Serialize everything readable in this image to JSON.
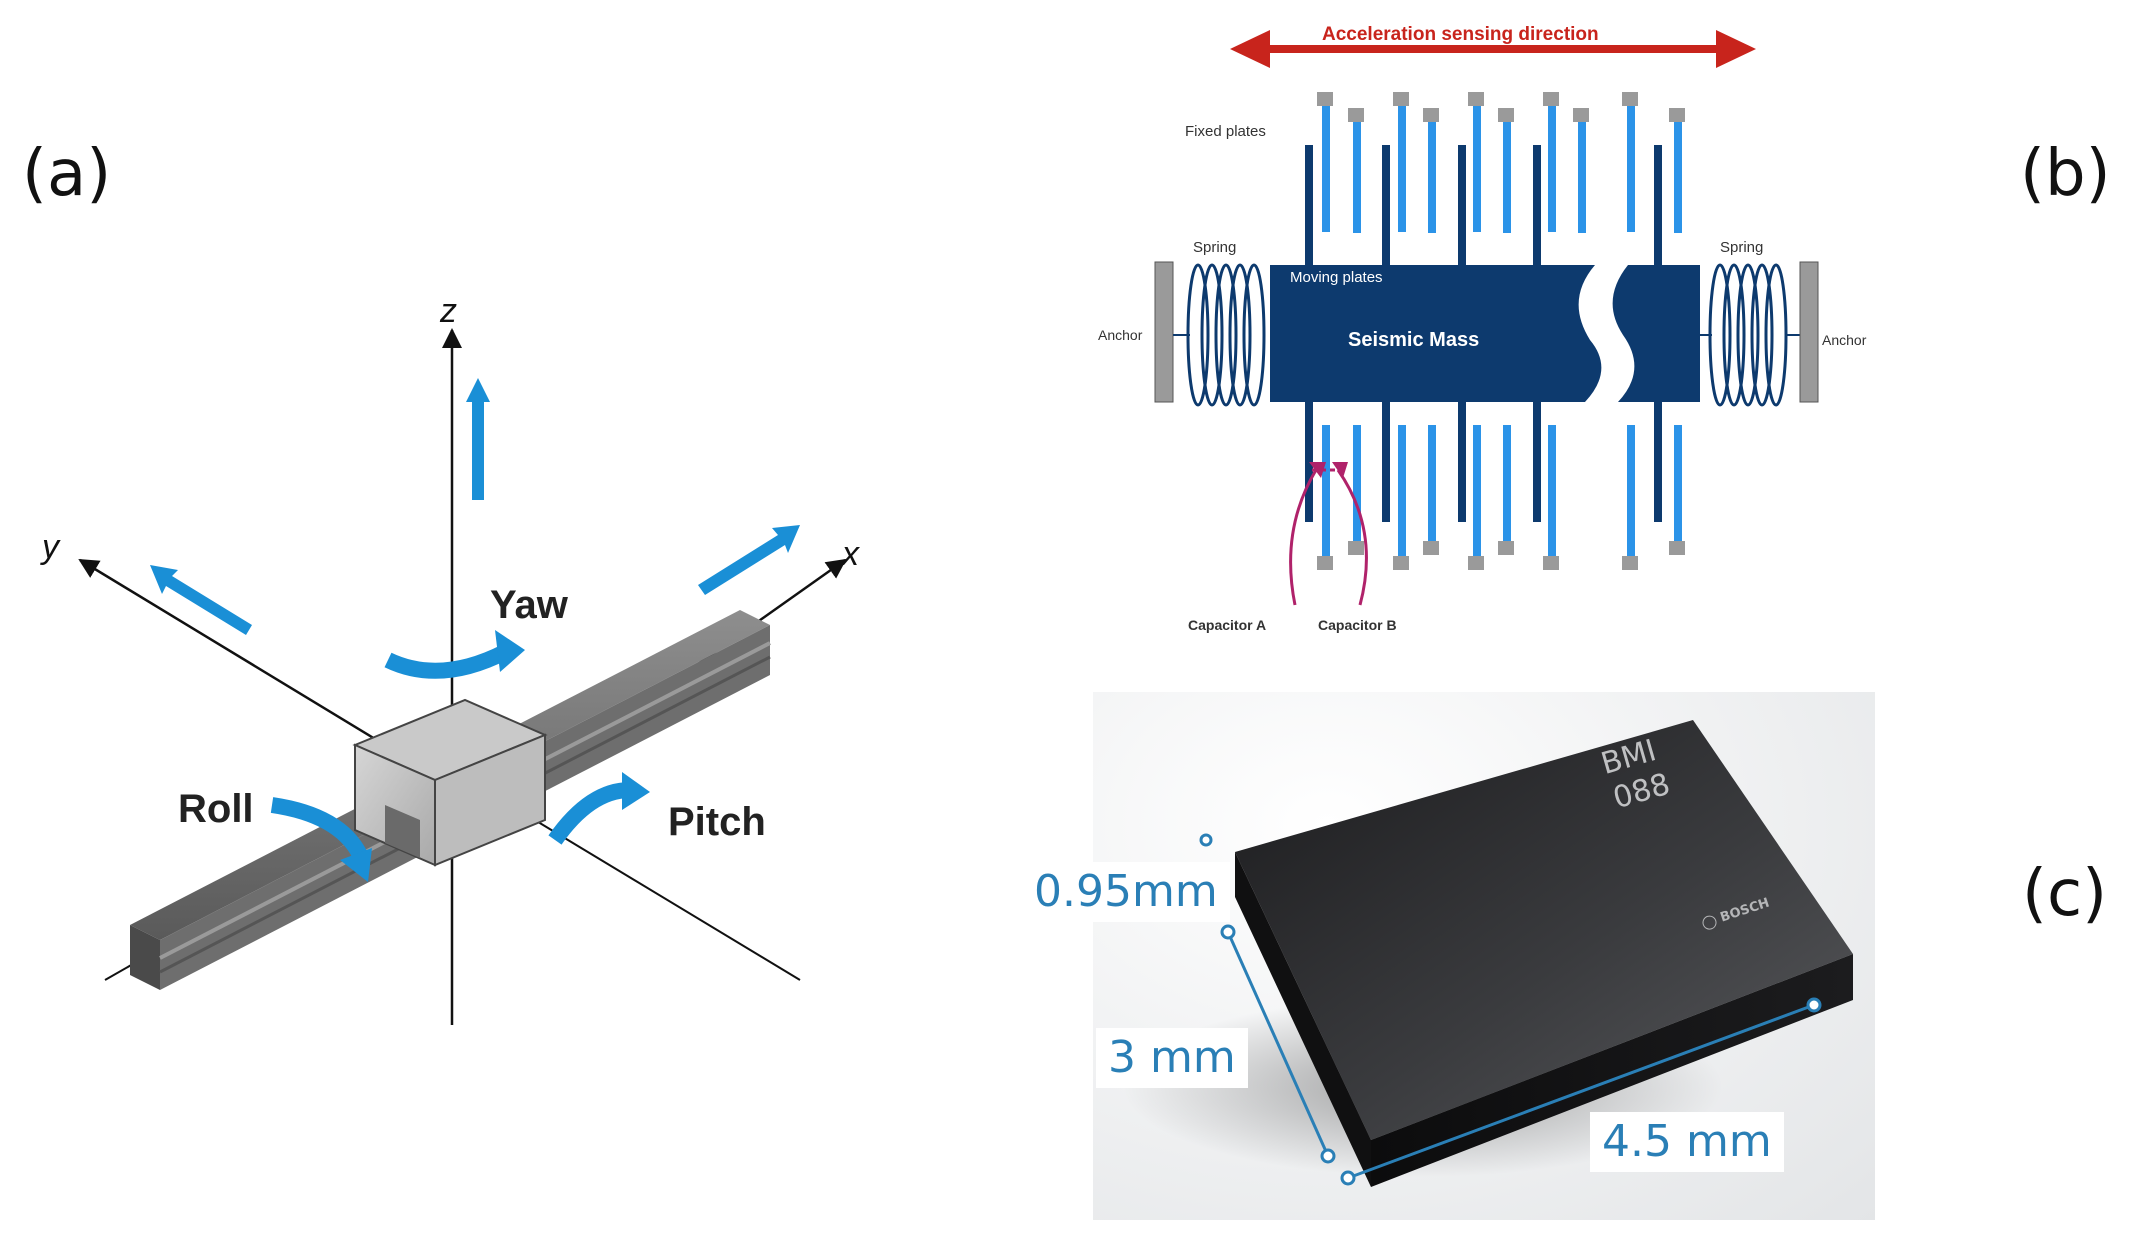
{
  "labels": {
    "a": "(a)",
    "b": "(b)",
    "c": "(c)"
  },
  "axes_panel": {
    "x_axis": "x",
    "y_axis": "y",
    "z_axis": "z",
    "yaw": "Yaw",
    "roll": "Roll",
    "pitch": "Pitch"
  },
  "mems_panel": {
    "direction": "Acceleration sensing direction",
    "fixed_plates": "Fixed plates",
    "moving_plates": "Moving plates",
    "spring_left": "Spring",
    "spring_right": "Spring",
    "anchor_left": "Anchor",
    "anchor_right": "Anchor",
    "mass": "Seismic Mass",
    "cap_a": "Capacitor A",
    "cap_b": "Capacitor B"
  },
  "chip_panel": {
    "chip_line1": "BMI",
    "chip_line2": "088",
    "brand": "BOSCH",
    "height": "0.95mm",
    "width": "3 mm",
    "length": "4.5 mm"
  },
  "colors": {
    "arrow_blue": "#1a8fd6",
    "navy": "#0d3a6e",
    "light_plate": "#2b93e8",
    "red_arrow": "#c8241c",
    "capacitor": "#b0226a",
    "dimension_blue": "#2a7fb6"
  }
}
